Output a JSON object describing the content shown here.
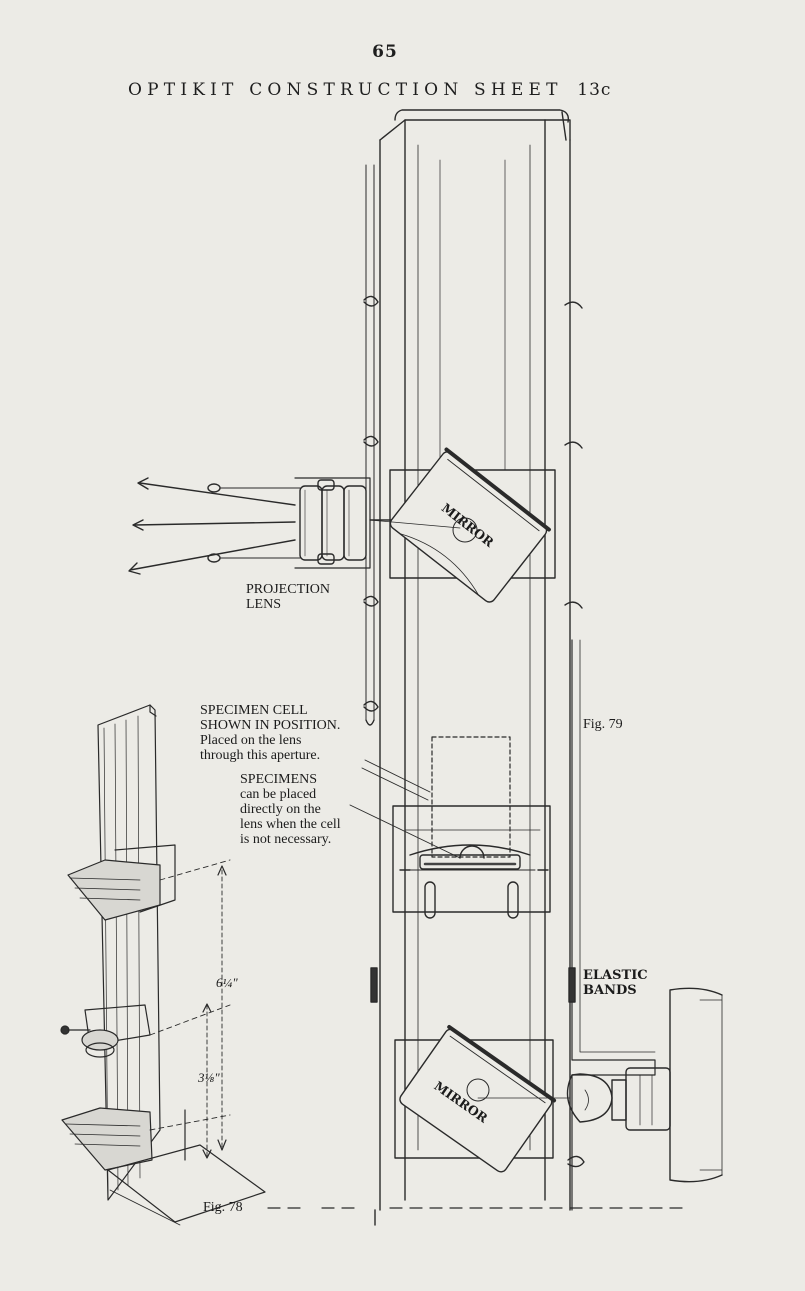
{
  "page_number": "65",
  "title": {
    "main": "OPTIKIT CONSTRUCTION SHEET",
    "number": "13c"
  },
  "labels": {
    "mirror_top": "MIRROR",
    "mirror_bottom": "MIRROR",
    "projection_lens_1": "PROJECTION",
    "projection_lens_2": "LENS",
    "specimen_cell_1": "SPECIMEN CELL",
    "specimen_cell_2": "SHOWN IN POSITION.",
    "specimen_cell_3": "Placed on the lens",
    "specimen_cell_4": "through this aperture.",
    "specimens_1": "SPECIMENS",
    "specimens_2": "can be placed",
    "specimens_3": "directly on the",
    "specimens_4": "lens when the cell",
    "specimens_5": "is not necessary.",
    "fig79": "Fig. 79",
    "fig78": "Fig. 78",
    "elastic_1": "ELASTIC",
    "elastic_2": "BANDS",
    "dim_upper": "6¼\"",
    "dim_lower": "3⅛\""
  }
}
